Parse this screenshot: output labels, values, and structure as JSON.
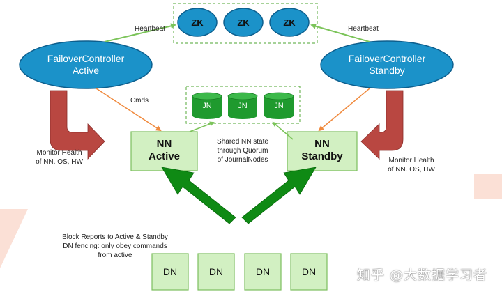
{
  "zk_nodes": [
    "ZK",
    "ZK",
    "ZK"
  ],
  "jn_nodes": [
    "JN",
    "JN",
    "JN"
  ],
  "dn_nodes": [
    "DN",
    "DN",
    "DN",
    "DN"
  ],
  "fc_active": {
    "line1": "FailoverController",
    "line2": "Active"
  },
  "fc_standby": {
    "line1": "FailoverController",
    "line2": "Standby"
  },
  "nn_active": {
    "line1": "NN",
    "line2": "Active"
  },
  "nn_standby": {
    "line1": "NN",
    "line2": "Standby"
  },
  "labels": {
    "heartbeat_left": "Heartbeat",
    "heartbeat_right": "Heartbeat",
    "cmds": "Cmds",
    "shared_state": [
      "Shared NN state",
      "through Quorum",
      "of JournalNodes"
    ],
    "monitor_left": [
      "Monitor Health",
      "of NN. OS, HW"
    ],
    "monitor_right": [
      "Monitor Health",
      "of NN. OS, HW"
    ],
    "block_reports": [
      "Block Reports to Active & Standby",
      "DN fencing: only obey commands",
      "from active"
    ]
  },
  "watermark": "知乎 @大数据学习者",
  "colors": {
    "ellipse_fill": "#1b92c9",
    "ellipse_stroke": "#0d5f8e",
    "box_fill": "#d2f0c2",
    "box_stroke": "#7cbf5e",
    "jn_fill": "#1f9a2e",
    "big_arrow": "#0f8a14",
    "monitor_arrow": "#b94741",
    "heartbeat_line": "#7cc45a",
    "cmd_line": "#f08a3e",
    "dashed_border": "#72b85a"
  }
}
